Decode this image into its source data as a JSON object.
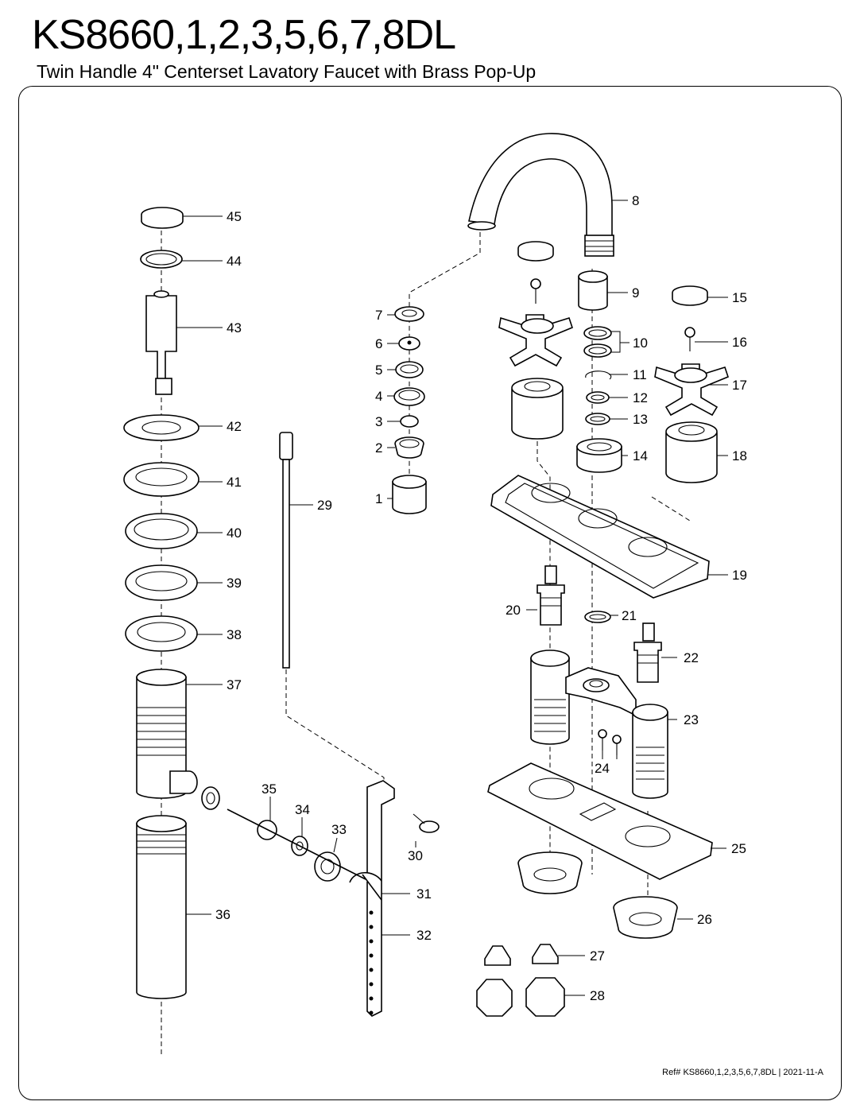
{
  "header": {
    "title": "KS8660,1,2,3,5,6,7,8DL",
    "subtitle": "Twin Handle 4\" Centerset Lavatory Faucet with Brass Pop-Up"
  },
  "footer": {
    "ref": "Ref# KS8660,1,2,3,5,6,7,8DL | 2021-11-A"
  },
  "parts": [
    "1",
    "2",
    "3",
    "4",
    "5",
    "6",
    "7",
    "8",
    "9",
    "10",
    "11",
    "12",
    "13",
    "14",
    "15",
    "16",
    "17",
    "18",
    "19",
    "20",
    "21",
    "22",
    "23",
    "24",
    "25",
    "26",
    "27",
    "28",
    "29",
    "30",
    "31",
    "32",
    "33",
    "34",
    "35",
    "36",
    "37",
    "38",
    "39",
    "40",
    "41",
    "42",
    "43",
    "44",
    "45"
  ]
}
